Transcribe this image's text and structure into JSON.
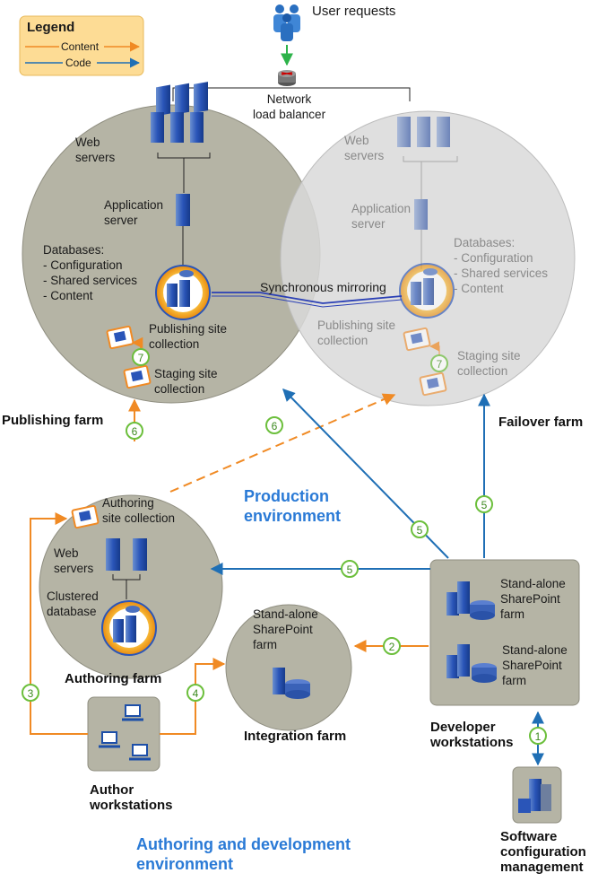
{
  "legend": {
    "title": "Legend",
    "content_label": "Content",
    "code_label": "Code"
  },
  "colors": {
    "content": "#f08a24",
    "code": "#1f6fb5",
    "env_text": "#2a7ad6",
    "farm_fill": "#b5b4a5",
    "failover_fill": "#dcdcdc",
    "badge_green": "#6cbf3c"
  },
  "top": {
    "user_requests": "User requests",
    "load_balancer": "Network\nload balancer"
  },
  "publishing_farm": {
    "web_servers": "Web\nservers",
    "app_server": "Application\nserver",
    "databases": "Databases:\n- Configuration\n- Shared services\n- Content",
    "publishing_site": "Publishing site\ncollection",
    "staging_site": "Staging site\ncollection",
    "title": "Publishing farm"
  },
  "failover_farm": {
    "web_servers": "Web\nservers",
    "app_server": "Application\nserver",
    "databases": "Databases:\n- Configuration\n- Shared services\n- Content",
    "publishing_site": "Publishing site\ncollection",
    "staging_site": "Staging site\ncollection",
    "title": "Failover farm"
  },
  "mirroring": "Synchronous mirroring",
  "production_env": "Production\nenvironment",
  "authoring_farm": {
    "site": "Authoring\nsite collection",
    "web_servers": "Web\nservers",
    "db": "Clustered\ndatabase",
    "title": "Authoring farm"
  },
  "integration_farm": {
    "standalone": "Stand-alone\nSharePoint\nfarm",
    "title": "Integration farm"
  },
  "developer": {
    "standalone1": "Stand-alone\nSharePoint\nfarm",
    "standalone2": "Stand-alone\nSharePoint\nfarm",
    "title": "Developer\nworkstations"
  },
  "author_ws": {
    "title": "Author\nworkstations"
  },
  "scm": {
    "title": "Software\nconfiguration\nmanagement"
  },
  "authoring_env": "Authoring and development\nenvironment",
  "steps": {
    "s1": "1",
    "s2": "2",
    "s3": "3",
    "s4": "4",
    "s5": "5",
    "s6": "6",
    "s7": "7"
  }
}
